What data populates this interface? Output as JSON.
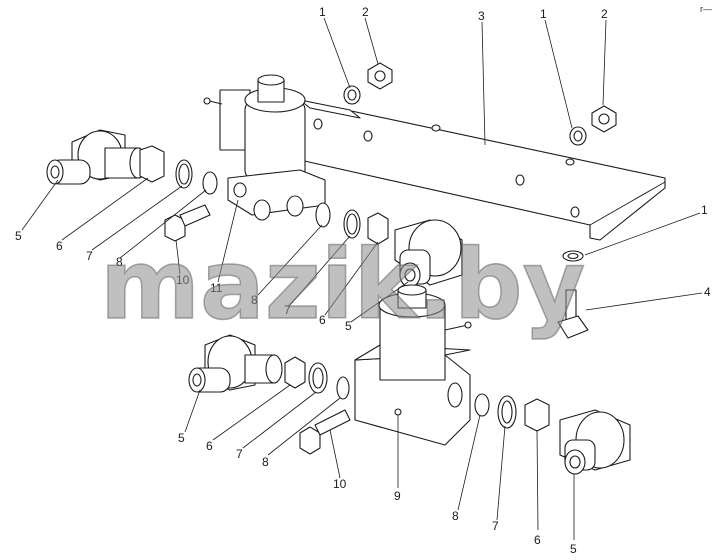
{
  "watermark": "mazik.by",
  "corner_mark": "r—",
  "callouts": {
    "top": [
      "1",
      "2",
      "3",
      "1",
      "2"
    ],
    "right": [
      "1",
      "4"
    ],
    "upper_left": [
      "5",
      "6",
      "7",
      "8",
      "10",
      "11"
    ],
    "center": [
      "8",
      "7",
      "6",
      "5"
    ],
    "lower_left": [
      "5",
      "6",
      "7",
      "8",
      "10"
    ],
    "lower_right": [
      "9",
      "8",
      "7",
      "6",
      "5"
    ]
  }
}
